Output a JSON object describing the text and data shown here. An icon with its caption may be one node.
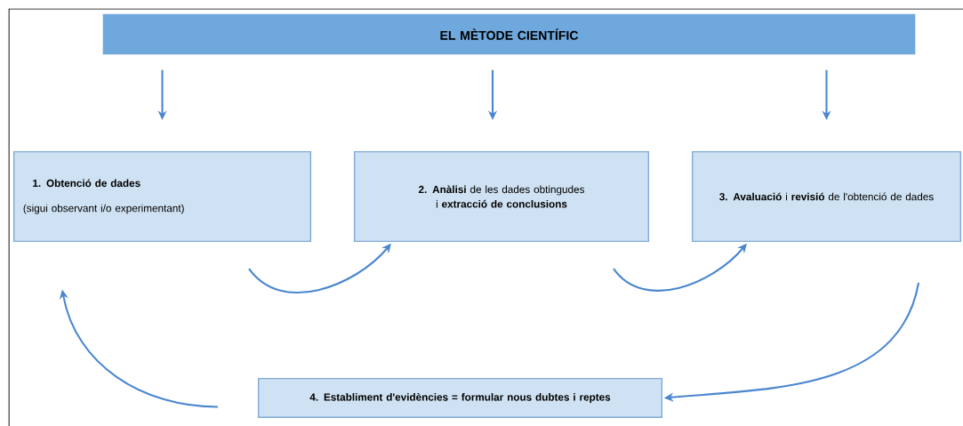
{
  "diagram": {
    "nodes": [
      {
        "text": [
          "EL MÈTODE CIENTÍFIC"
        ]
      },
      {
        "text": [
          "1. Obtenció de dades",
          "(sigui observant i/o experimentant)"
        ]
      },
      {
        "text": [
          "**2. Anàlisi** de les dades obtingudes i **extracció de conclusions**"
        ]
      },
      {
        "text": [
          "**3. Avaluació** i **revisió** de l'obtenció de dades"
        ]
      },
      {
        "text": [
          "4. Establiment d'evidències = formular nous dubtes i reptes"
        ]
      }
    ],
    "edges": [
      {
        "from": 0,
        "to": 1,
        "arrow": "to"
      },
      {
        "from": 0,
        "to": 2,
        "arrow": "to"
      },
      {
        "from": 0,
        "to": 3,
        "arrow": "to"
      },
      {
        "from": 1,
        "to": 2,
        "arrow": "to"
      },
      {
        "from": 2,
        "to": 3,
        "arrow": "to"
      },
      {
        "from": 3,
        "to": 4,
        "arrow": "to"
      },
      {
        "from": 4,
        "to": 1,
        "arrow": "to"
      }
    ]
  }
}
